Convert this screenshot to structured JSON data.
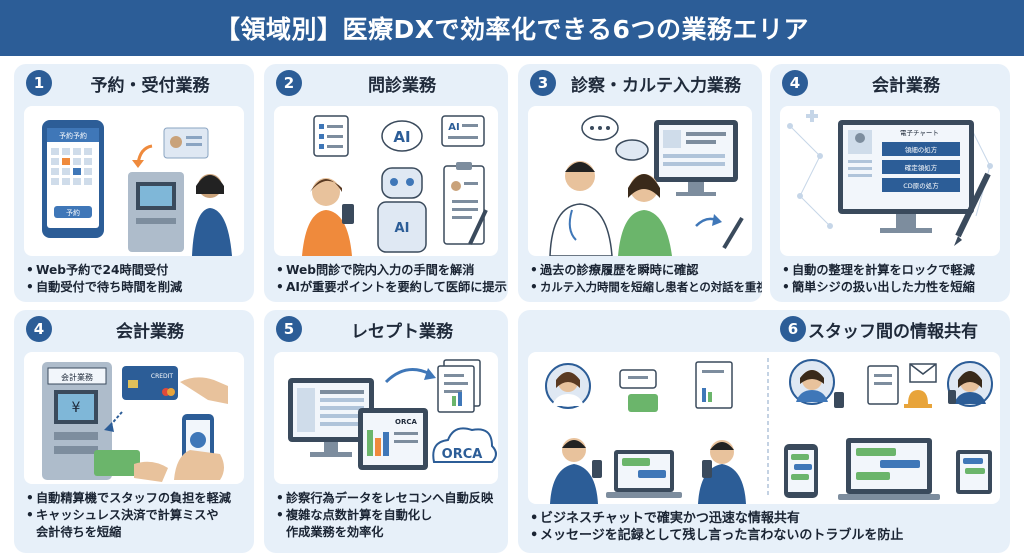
{
  "title": "【領域別】医療DXで効率化できる6つの業務エリア",
  "colors": {
    "accent": "#2c5d97",
    "card_bg": "#e7f0f9",
    "character_orange": "#ef8a3c",
    "character_green": "#6bb56b"
  },
  "cards": [
    {
      "number": "1",
      "title": "予約・受付業務",
      "illustration_labels": {
        "phone_header": "予約予約",
        "phone_button": "予約"
      },
      "bullets": [
        "Web予約で24時間受付",
        "自動受付で待ち時間を削減"
      ]
    },
    {
      "number": "2",
      "title": "問診業務",
      "illustration_labels": {
        "ai_bubble": "AI",
        "robot_chest": "AI",
        "ai_note": "AI"
      },
      "bullets": [
        "Web問診で院内入力の手間を解消",
        "AIが重要ポイントを要約して医師に提示"
      ]
    },
    {
      "number": "3",
      "title": "診察・カルテ入力業務",
      "illustration_labels": {},
      "bullets": [
        "過去の診療履歴を瞬時に確認",
        "カルテ入力時間を短縮し患者との対話を重視"
      ]
    },
    {
      "number": "4",
      "title": "会計業務",
      "illustration_labels": {
        "screen_header": "電子チャート",
        "row1": "領細の処方",
        "row2": "確定領処方",
        "row3": "CD原の処方"
      },
      "bullets": [
        "自動の整理を計算をロックで軽減",
        "簡単シジの扱い出した力性を短縮"
      ]
    },
    {
      "number": "4",
      "title": "会計業務",
      "illustration_labels": {
        "machine_label": "会計業務",
        "card_label": "CREDIT",
        "yen": "¥"
      },
      "bullets": [
        "自動精算機でスタッフの負担を軽減",
        "キャッシュレス決済で計算ミスや",
        "会計待ちを短縮"
      ]
    },
    {
      "number": "5",
      "title": "レセプト業務",
      "illustration_labels": {
        "orca_small": "ORCA",
        "orca_cloud": "ORCA"
      },
      "bullets": [
        "診察行為データをレセコンへ自動反映",
        "複雑な点数計算を自動化し",
        "作成業務を効率化"
      ]
    },
    {
      "number": "6",
      "title": "スタッフ間の情報共有",
      "illustration_labels": {},
      "bullets": [
        "ビジネスチャットで確実かつ迅速な情報共有",
        "メッセージを記録として残し言った言わないのトラブルを防止"
      ]
    }
  ]
}
